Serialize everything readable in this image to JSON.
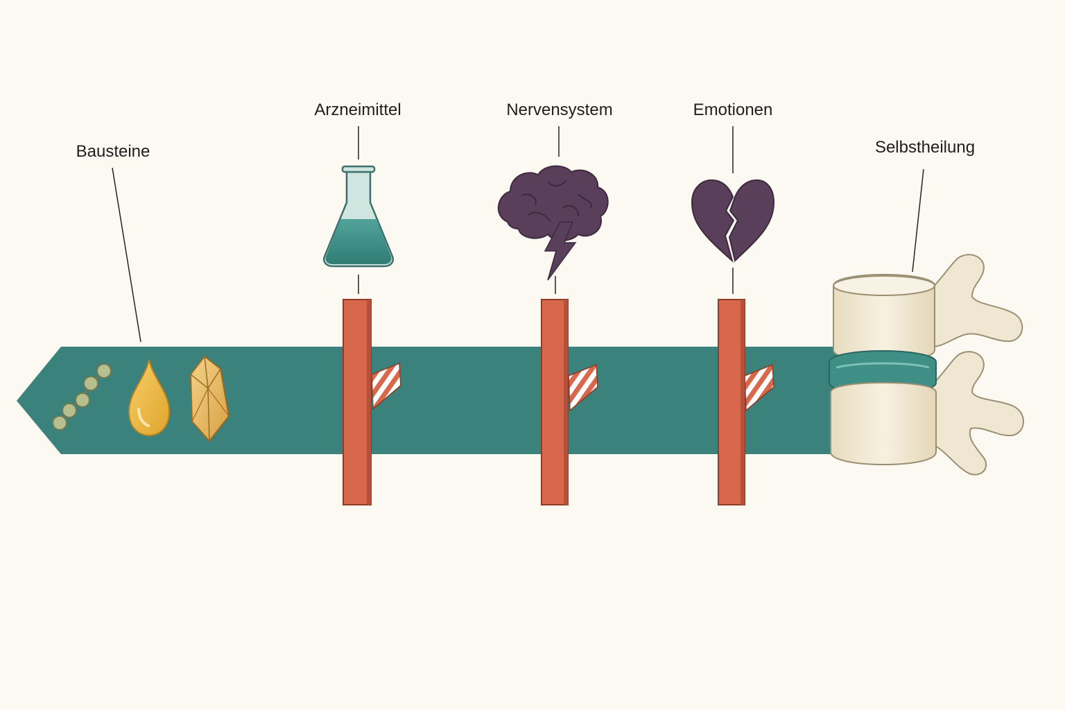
{
  "diagram": {
    "labels": {
      "bausteine": "Bausteine",
      "arzneimittel": "Arzneimittel",
      "nervensystem": "Nervensystem",
      "emotionen": "Emotionen",
      "selbstheilung": "Selbstheilung"
    },
    "icons": {
      "bausteine": [
        "bead-chain-icon",
        "oil-drop-icon",
        "crystal-icon"
      ],
      "arzneimittel": "flask-icon",
      "nervensystem": "brain-lightning-icon",
      "emotionen": "broken-heart-icon",
      "selbstheilung": "spine-vertebrae-icon"
    },
    "colors": {
      "background": "#fbf9f2",
      "arrow": "#3b827c",
      "barrier": "#d8684b",
      "barrier_stripe": "#ffffff",
      "purple": "#5a3f5b",
      "teal": "#3f8f86",
      "gold": "#e9b23f",
      "bone": "#efe7d2"
    }
  }
}
